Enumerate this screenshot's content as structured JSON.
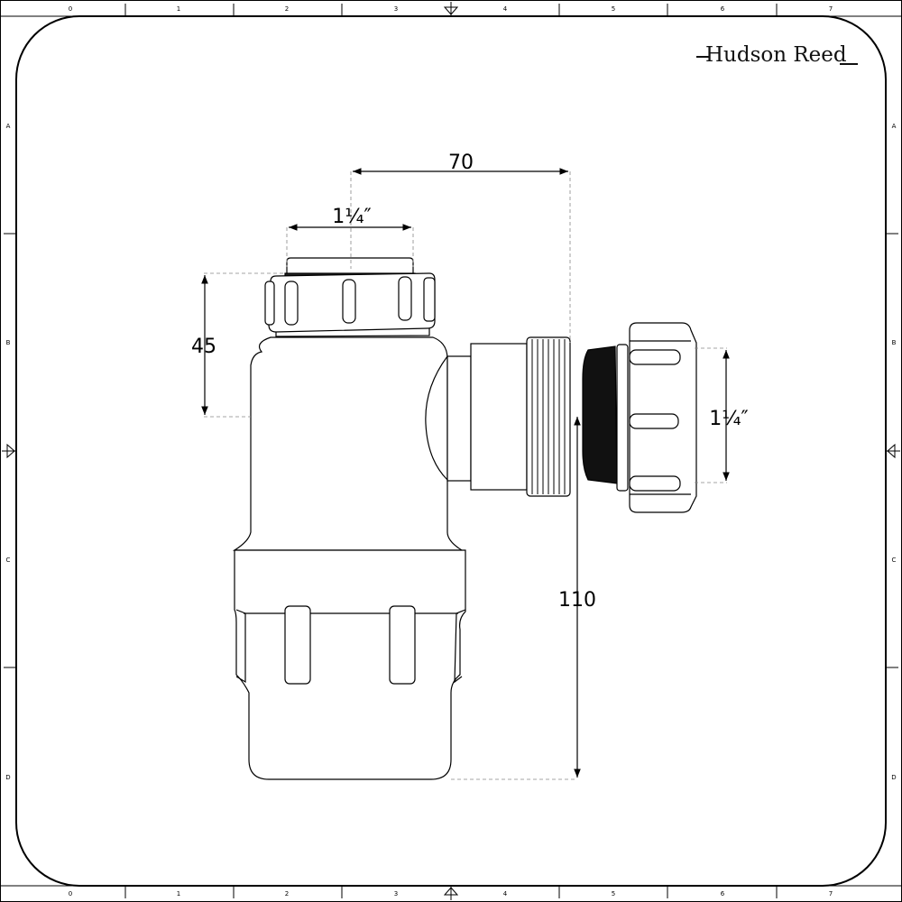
{
  "brand": {
    "name": "Hudson Reed"
  },
  "frame": {
    "col_labels": [
      "0",
      "1",
      "2",
      "3",
      "4",
      "5",
      "6",
      "7"
    ],
    "row_labels": [
      "A",
      "B",
      "C",
      "D"
    ]
  },
  "dimensions": {
    "total_width": "70",
    "inlet_size": "1¼″",
    "nut_height": "45",
    "outlet_size": "1¼″",
    "total_height": "110"
  },
  "icons": {
    "centre_marks": "triangle-marker-icon"
  }
}
